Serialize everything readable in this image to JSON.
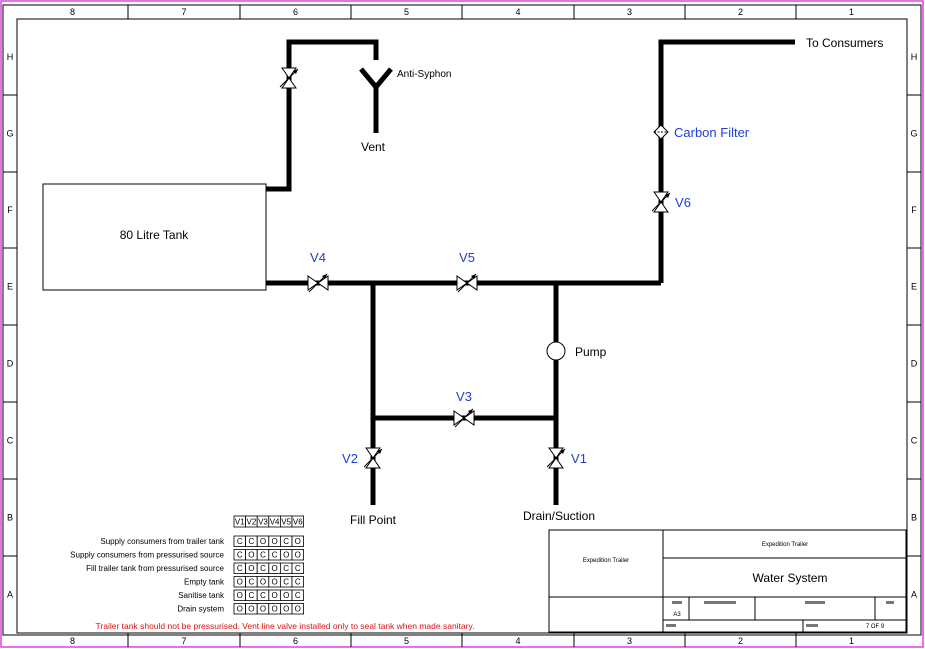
{
  "frame": {
    "columns": [
      "8",
      "7",
      "6",
      "5",
      "4",
      "3",
      "2",
      "1"
    ],
    "rows": [
      "H",
      "G",
      "F",
      "E",
      "D",
      "C",
      "B",
      "A"
    ],
    "border_color": "#e040e0"
  },
  "components": {
    "tank": "80 Litre Tank",
    "anti_syphon": "Anti-Syphon",
    "vent": "Vent",
    "to_consumers": "To Consumers",
    "carbon_filter": "Carbon Filter",
    "pump": "Pump",
    "fill_point": "Fill Point",
    "drain": "Drain/Suction"
  },
  "valves": {
    "v1": "V1",
    "v2": "V2",
    "v3": "V3",
    "v4": "V4",
    "v5": "V5",
    "v6": "V6"
  },
  "colors": {
    "valve_label": "#1f3fd0",
    "warning": "#e01010"
  },
  "state_table": {
    "headers": [
      "V1",
      "V2",
      "V3",
      "V4",
      "V5",
      "V6"
    ],
    "rows": [
      {
        "label": "Supply consumers from trailer tank",
        "states": [
          "C",
          "C",
          "O",
          "O",
          "C",
          "O"
        ]
      },
      {
        "label": "Supply consumers from pressurised source",
        "states": [
          "C",
          "O",
          "C",
          "C",
          "O",
          "O"
        ]
      },
      {
        "label": "Fill trailer tank from pressurised source",
        "states": [
          "C",
          "O",
          "C",
          "O",
          "C",
          "C"
        ]
      },
      {
        "label": "Empty tank",
        "states": [
          "O",
          "C",
          "O",
          "O",
          "C",
          "C"
        ]
      },
      {
        "label": "Sanitise tank",
        "states": [
          "O",
          "C",
          "C",
          "O",
          "O",
          "C"
        ]
      },
      {
        "label": "Drain system",
        "states": [
          "O",
          "O",
          "O",
          "O",
          "O",
          "O"
        ]
      }
    ],
    "note": "Trailer tank should not be pressurised. Vent line valve installed only to seal tank when made sanitary."
  },
  "title_block": {
    "company_left": "Expedition Trailer",
    "company_top": "Expedition Trailer",
    "title": "Water System",
    "size": "A3",
    "sheet": "7 OF 9"
  }
}
